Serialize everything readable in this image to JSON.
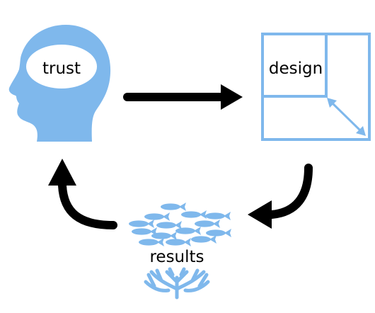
{
  "nodes": {
    "trust": {
      "label": "trust",
      "icon": "head-icon"
    },
    "design": {
      "label": "design",
      "icon": "resize-frame-icon"
    },
    "results": {
      "label": "results",
      "icon": "fish-school-coral-icon"
    }
  },
  "edges": [
    {
      "from": "trust",
      "to": "design",
      "style": "straight"
    },
    {
      "from": "design",
      "to": "results",
      "style": "curved"
    },
    {
      "from": "results",
      "to": "trust",
      "style": "curved"
    }
  ],
  "colors": {
    "accent": "#7fb8ec",
    "arrow": "#000000",
    "background": "#ffffff"
  }
}
